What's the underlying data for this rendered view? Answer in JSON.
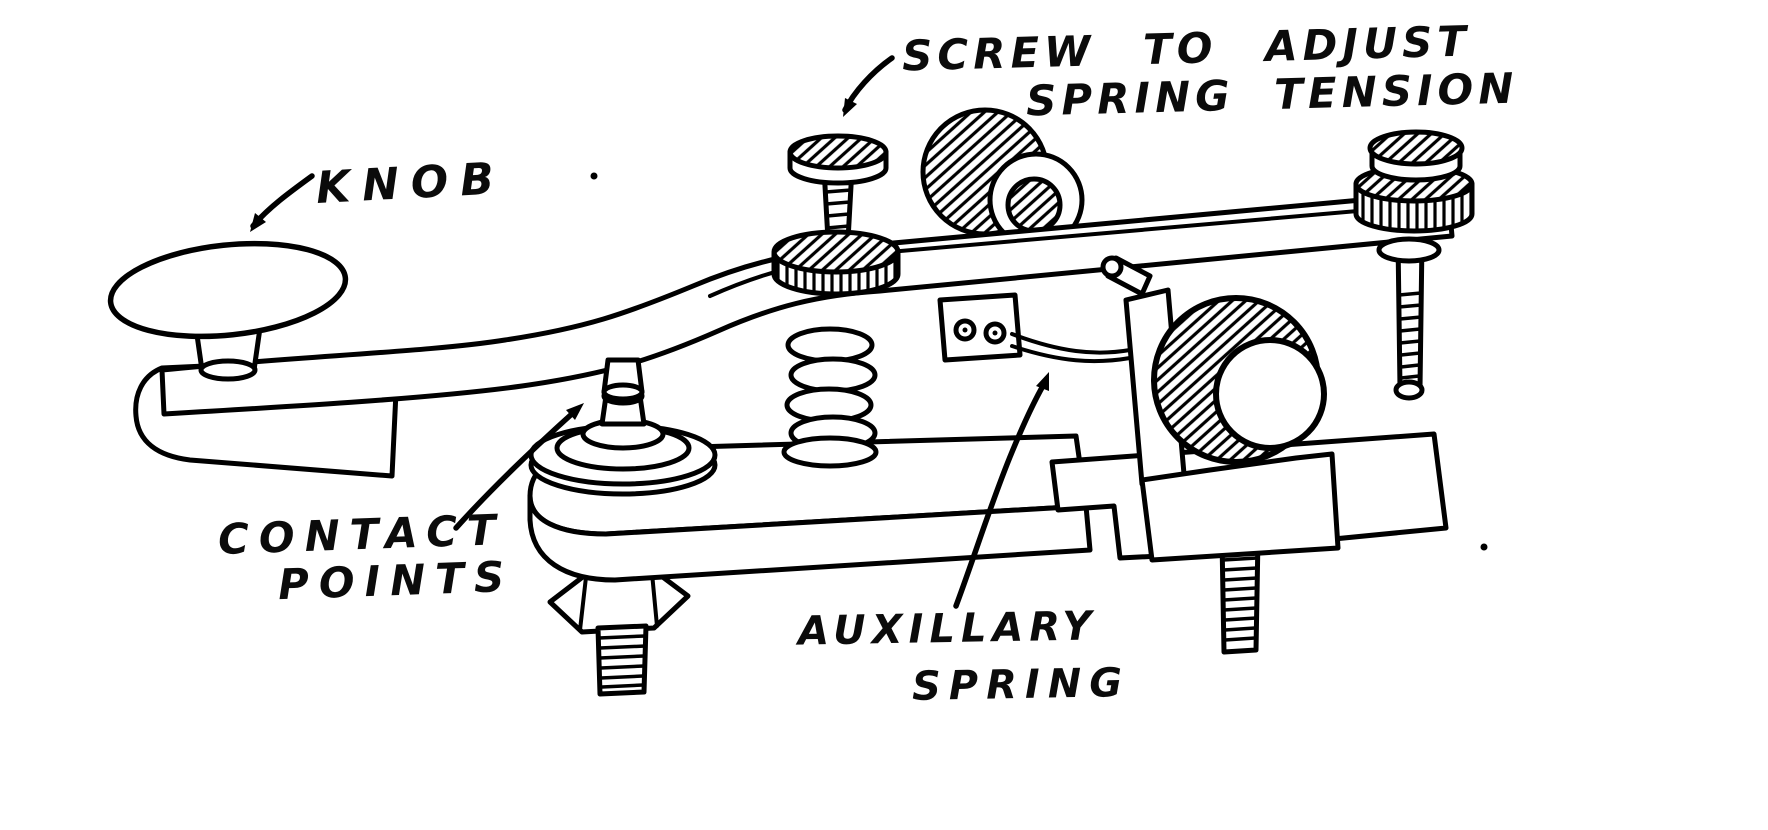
{
  "figure": {
    "background_color": "#ffffff",
    "ink_color": "#000000",
    "labels": {
      "knob": "KNOB",
      "tension_screw_line1": "SCREW TO ADJUST",
      "tension_screw_line2": "SPRING TENSION",
      "contact_points_line1": "CONTACT",
      "contact_points_line2": "POINTS",
      "auxiliary_spring_line1": "AUXILLARY",
      "auxiliary_spring_line2": "SPRING"
    }
  }
}
